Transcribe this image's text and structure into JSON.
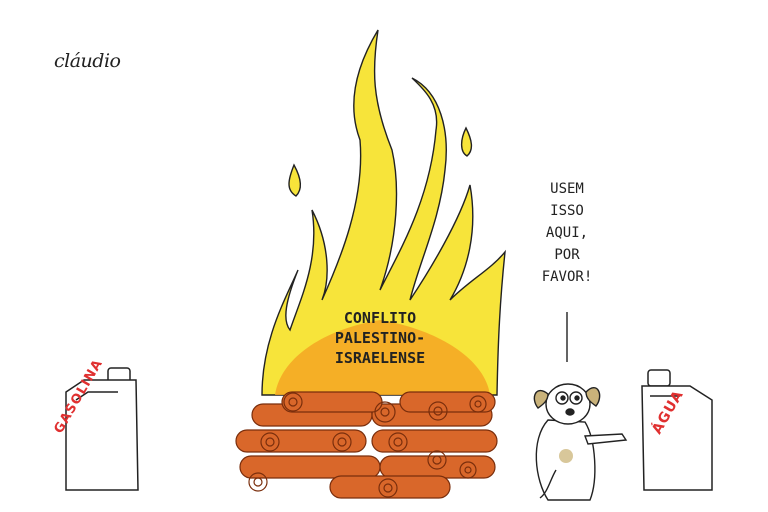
{
  "signature": "cláudio",
  "fire": {
    "label_lines": [
      "CONFLITO",
      "PALESTINO-",
      "ISRAELENSE"
    ]
  },
  "speech": {
    "lines": [
      "USEM",
      "ISSO",
      "AQUI,",
      "POR",
      "FAVOR!"
    ]
  },
  "cans": {
    "left_label": "GASOLINA",
    "right_label": "ÁGUA"
  },
  "colors": {
    "flame_outer": "#f7e43a",
    "flame_inner": "#f5a623",
    "log": "#d9672a",
    "can_label": "#e03030"
  }
}
